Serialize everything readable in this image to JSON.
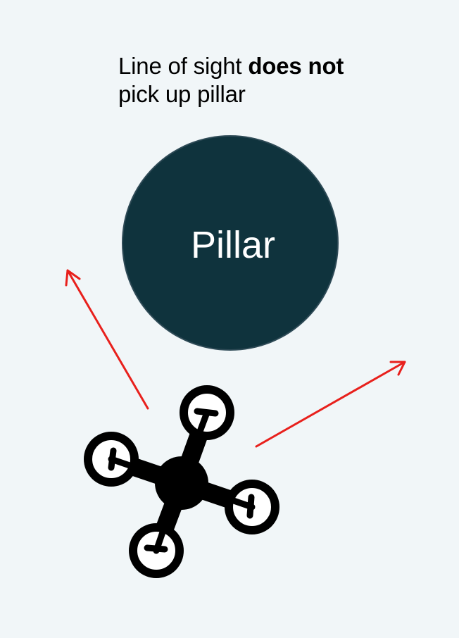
{
  "caption": {
    "line1_prefix": "Line of sight ",
    "line1_bold": "does not",
    "line2": "pick up pillar"
  },
  "pillar": {
    "label": "Pillar"
  },
  "colors": {
    "background": "#f1f6f8",
    "pillar_fill": "#0f333d",
    "arrow": "#e8201c",
    "drone": "#000000"
  },
  "icons": {
    "drone": "quadcopter-drone-icon"
  }
}
